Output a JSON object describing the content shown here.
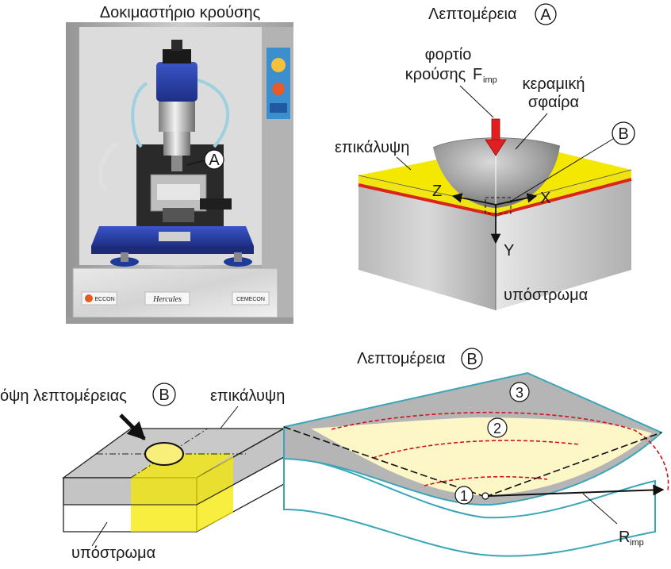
{
  "photo": {
    "title": "Δοκιμαστήριο κρούσης",
    "marker": "A",
    "base_brand": "Hercules",
    "right_brand": "CEMECON",
    "left_brand": "ECCON"
  },
  "detail_a": {
    "title": "Λεπτομέρεια",
    "marker": "A",
    "load_line1": "φορτίο",
    "load_line2": "κρούσης",
    "force_symbol": "F",
    "force_subscript": "imp",
    "ball_line1": "κεραμική",
    "ball_line2": "σφαίρα",
    "coating": "επικάλυψη",
    "marker_b": "B",
    "axis_z": "Z",
    "axis_x": "X",
    "axis_y": "Y",
    "substrate": "υπόστρωμα"
  },
  "view_b": {
    "caption": "όψη λεπτομέρειας",
    "marker": "B",
    "coating": "επικάλυψη",
    "substrate": "υπόστρωμα"
  },
  "detail_b": {
    "title": "Λεπτομέρεια",
    "marker": "B",
    "zone1": "1",
    "zone2": "2",
    "zone3": "3",
    "radius_symbol": "R",
    "radius_subscript": "imp"
  },
  "colors": {
    "coating_yellow": "#f5e800",
    "interface_red": "#d9261c",
    "outline_teal": "#3aa6b8",
    "dashed_red": "#d0121b",
    "pale_yellow": "#fdf7c8",
    "grey_layer": "#b5b5b5",
    "arrow_red": "#e02020"
  },
  "icons": [
    "circle-marker",
    "arrow-down-red",
    "arrow-thick-black"
  ]
}
